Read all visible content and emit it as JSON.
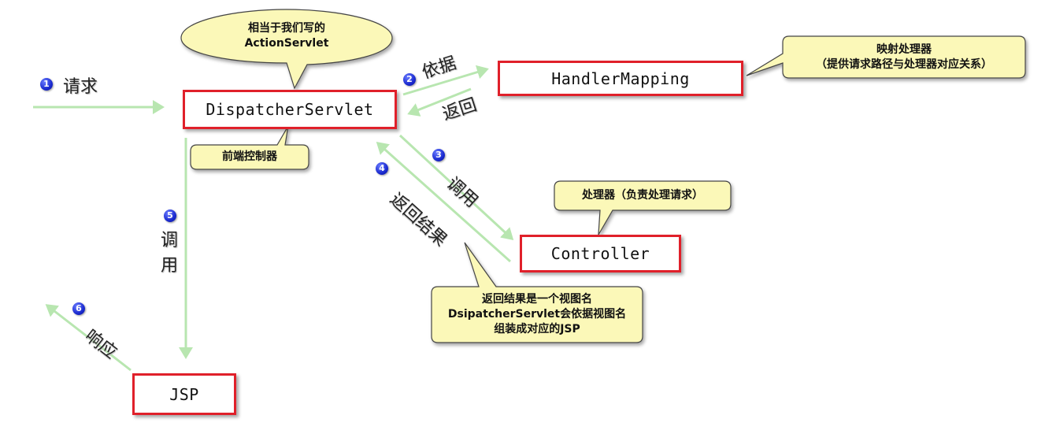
{
  "boxes": {
    "dispatcher": "DispatcherServlet",
    "handler_mapping": "HandlerMapping",
    "controller": "Controller",
    "jsp": "JSP"
  },
  "steps": {
    "s1": {
      "num": "1",
      "label": "请求"
    },
    "s2": {
      "num": "2",
      "label": "依据"
    },
    "s2_back": {
      "label": "返回"
    },
    "s3": {
      "num": "3",
      "label": "调用"
    },
    "s4": {
      "num": "4",
      "label": "返回结果"
    },
    "s5": {
      "num": "5",
      "label": "调用"
    },
    "s6": {
      "num": "6",
      "label": "响应"
    }
  },
  "notes": {
    "action_servlet": "相当于我们写的\nActionServlet",
    "front_controller": "前端控制器",
    "mapping_processor": "映射处理器\n（提供请求路径与处理器对应关系）",
    "processor": "处理器（负责处理请求）",
    "result": "返回结果是一个视图名\nDsipatcherServlet会依据视图名\n组装成对应的JSP"
  },
  "colors": {
    "arrow": "#b8e6b0",
    "box_border": "#e0202a",
    "note_fill": "#fbf8b8",
    "badge": "#1a2ad0"
  }
}
